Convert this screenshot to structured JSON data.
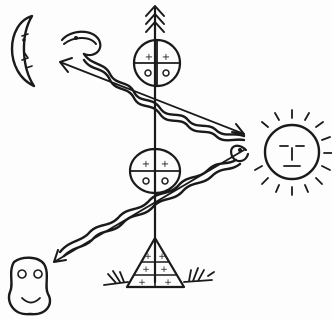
{
  "drawing": {
    "background": "#fdfdfd",
    "ink_color": "#1a1a1a",
    "figures": [
      {
        "name": "crescent-moon-face"
      },
      {
        "name": "serpent-upper"
      },
      {
        "name": "arrow-tipped-pole"
      },
      {
        "name": "upper-quartered-circle",
        "glyph": "+"
      },
      {
        "name": "lower-quartered-circle",
        "glyph": "+"
      },
      {
        "name": "sun-face"
      },
      {
        "name": "serpent-lower"
      },
      {
        "name": "small-head-figure"
      },
      {
        "name": "triangle-base",
        "glyph": "+"
      },
      {
        "name": "plant-sprigs"
      }
    ]
  }
}
